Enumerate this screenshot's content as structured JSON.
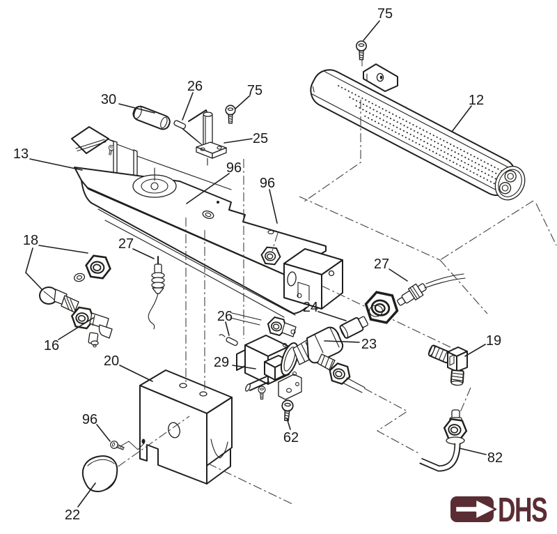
{
  "page": {
    "background": "#ffffff"
  },
  "diagram": {
    "ink": "#1e1e1c",
    "callouts": [
      {
        "label": "75"
      },
      {
        "label": "12"
      },
      {
        "label": "30"
      },
      {
        "label": "26"
      },
      {
        "label": "75"
      },
      {
        "label": "25"
      },
      {
        "label": "13"
      },
      {
        "label": "96"
      },
      {
        "label": "96"
      },
      {
        "label": "18"
      },
      {
        "label": "27"
      },
      {
        "label": "27"
      },
      {
        "label": "24"
      },
      {
        "label": "16"
      },
      {
        "label": "23"
      },
      {
        "label": "19"
      },
      {
        "label": "26"
      },
      {
        "label": "20"
      },
      {
        "label": "29"
      },
      {
        "label": "96"
      },
      {
        "label": "62"
      },
      {
        "label": "82"
      },
      {
        "label": "22"
      }
    ]
  },
  "logo": {
    "text": "DHS",
    "color": "#5a2c33"
  }
}
